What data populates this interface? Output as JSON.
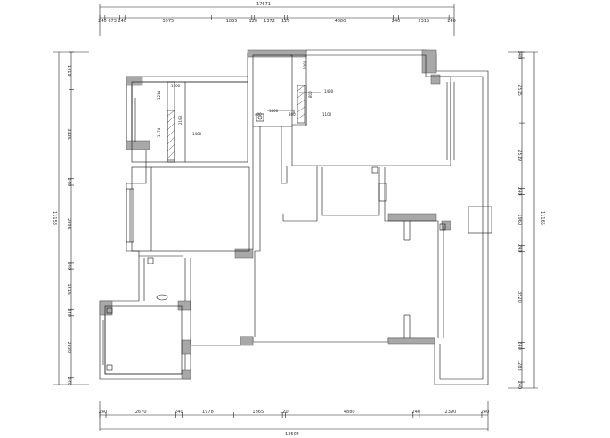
{
  "dims": {
    "top_total": "17671",
    "top_segments": [
      "240",
      "673",
      "240",
      "3975",
      "1855",
      "120",
      "1372",
      "120",
      "4880",
      "240",
      "2315",
      "240"
    ],
    "bottom_total": "13504",
    "bottom_segments": [
      "240",
      "2670",
      "240",
      "1978",
      "1865",
      "120",
      "4880",
      "240",
      "2390",
      "240"
    ],
    "left_total": "11153",
    "left_segments": [
      "1419",
      "3335",
      "240",
      "2895",
      "240",
      "1515",
      "240",
      "2330",
      "240"
    ],
    "right_total": "11165",
    "right_segments": [
      "240",
      "2515",
      "2519",
      "240",
      "1960",
      "240",
      "3520",
      "240",
      "1288",
      "240"
    ]
  },
  "room_labels": {
    "a1": "1214",
    "a2": "1174",
    "a3": "2193",
    "a4": "1700",
    "a5": "1400",
    "b1": "2900",
    "b2": "1430",
    "b3": "1100",
    "c1": "1400",
    "c2": "300",
    "c3": "800",
    "c4": "400"
  }
}
